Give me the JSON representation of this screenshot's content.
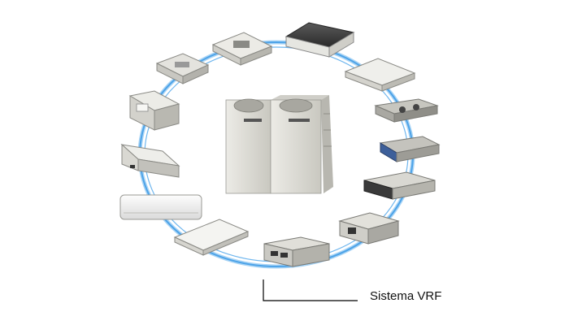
{
  "diagram": {
    "caption": "Sistema VRF",
    "central_unit": {
      "name": "outdoor-vrf-unit",
      "modules": 2
    },
    "indoor_units": [
      {
        "name": "four-way-cassette-small"
      },
      {
        "name": "four-way-cassette"
      },
      {
        "name": "two-way-cassette-dark"
      },
      {
        "name": "one-way-cassette"
      },
      {
        "name": "ceiling-concealed-duct-dark"
      },
      {
        "name": "ceiling-concealed-duct-blue"
      },
      {
        "name": "ceiling-concealed-duct-slim"
      },
      {
        "name": "ceiling-concealed-duct-compact"
      },
      {
        "name": "ducted-unit-high-static"
      },
      {
        "name": "ceiling-suspended-unit"
      },
      {
        "name": "wall-mounted-split"
      },
      {
        "name": "floor-console-unit"
      },
      {
        "name": "floor-standing-unit"
      }
    ],
    "colors": {
      "pipe": "#4da3e8",
      "pipe_light": "#a9d4f5",
      "unit_body": "#dcdcd6",
      "unit_dark": "#3a3a3a",
      "caption_line": "#000000"
    }
  }
}
